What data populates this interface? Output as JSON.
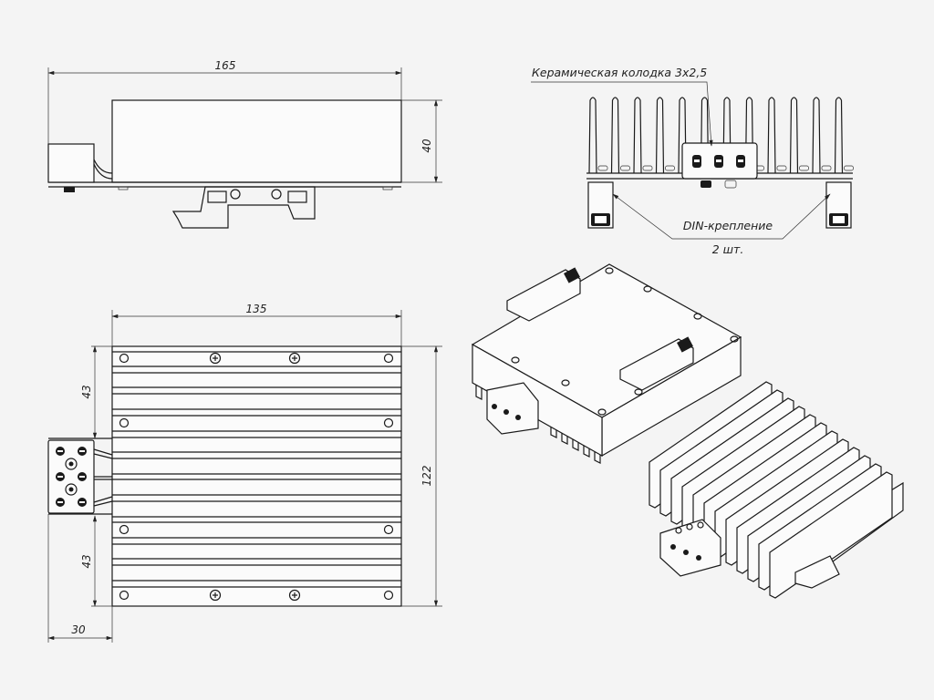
{
  "dimensions": {
    "side_length": "165",
    "side_height": "40",
    "top_width": "135",
    "top_height": "122",
    "upper_section": "43",
    "lower_section": "43",
    "terminal_offset": "30"
  },
  "annotations": {
    "ceramic_block": "Керамическая колодка 3х2,5",
    "din_mount": "DIN-крепление",
    "din_count": "2 шт."
  }
}
